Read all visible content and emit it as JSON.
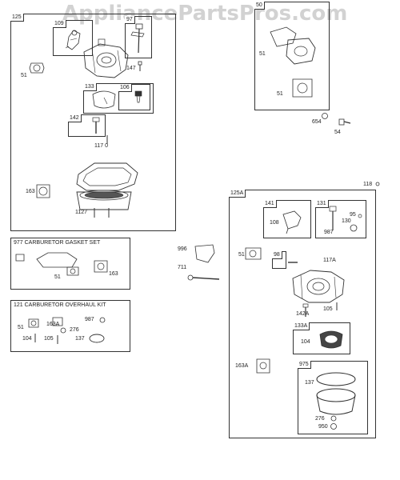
{
  "watermark": "AppliancePartsPros.com",
  "assemblies": {
    "a125": {
      "label": "125"
    },
    "a50": {
      "label": "50"
    },
    "a125A": {
      "label": "125A"
    }
  },
  "subboxes": {
    "s109": "109",
    "s97": "97",
    "s133": "133",
    "s106": "106",
    "s142": "142",
    "s141": "141",
    "s131": "131",
    "s98": "98",
    "s133A": "133A",
    "s975": "975"
  },
  "kits": {
    "gasket_set": "977 CARBURETOR GASKET SET",
    "overhaul_kit": "121 CARBURETOR OVERHAUL KIT"
  },
  "callouts": {
    "c51_125": "51",
    "c147": "147",
    "c117_0": "117 0",
    "c163_125": "163",
    "c1127": "1127",
    "c51_50a": "51",
    "c51_50b": "51",
    "c654": "654",
    "c54": "54",
    "c118": "118",
    "c51_gs": "51",
    "c163_gs": "163",
    "c996": "996",
    "c711": "711",
    "c51_125A": "51",
    "c108": "108",
    "c95": "95",
    "c130": "130",
    "c987_131": "987",
    "c117A": "117A",
    "c105_125A": "105",
    "c142A": "142A",
    "c104_133A": "104",
    "c163A_125A": "163A",
    "c137_975": "137",
    "c276_975": "276",
    "c950": "950",
    "c51_ok": "51",
    "c163A_ok": "163A",
    "c276_ok": "276",
    "c987_ok": "987",
    "c104_ok": "104",
    "c105_ok": "105",
    "c137_ok": "137"
  }
}
